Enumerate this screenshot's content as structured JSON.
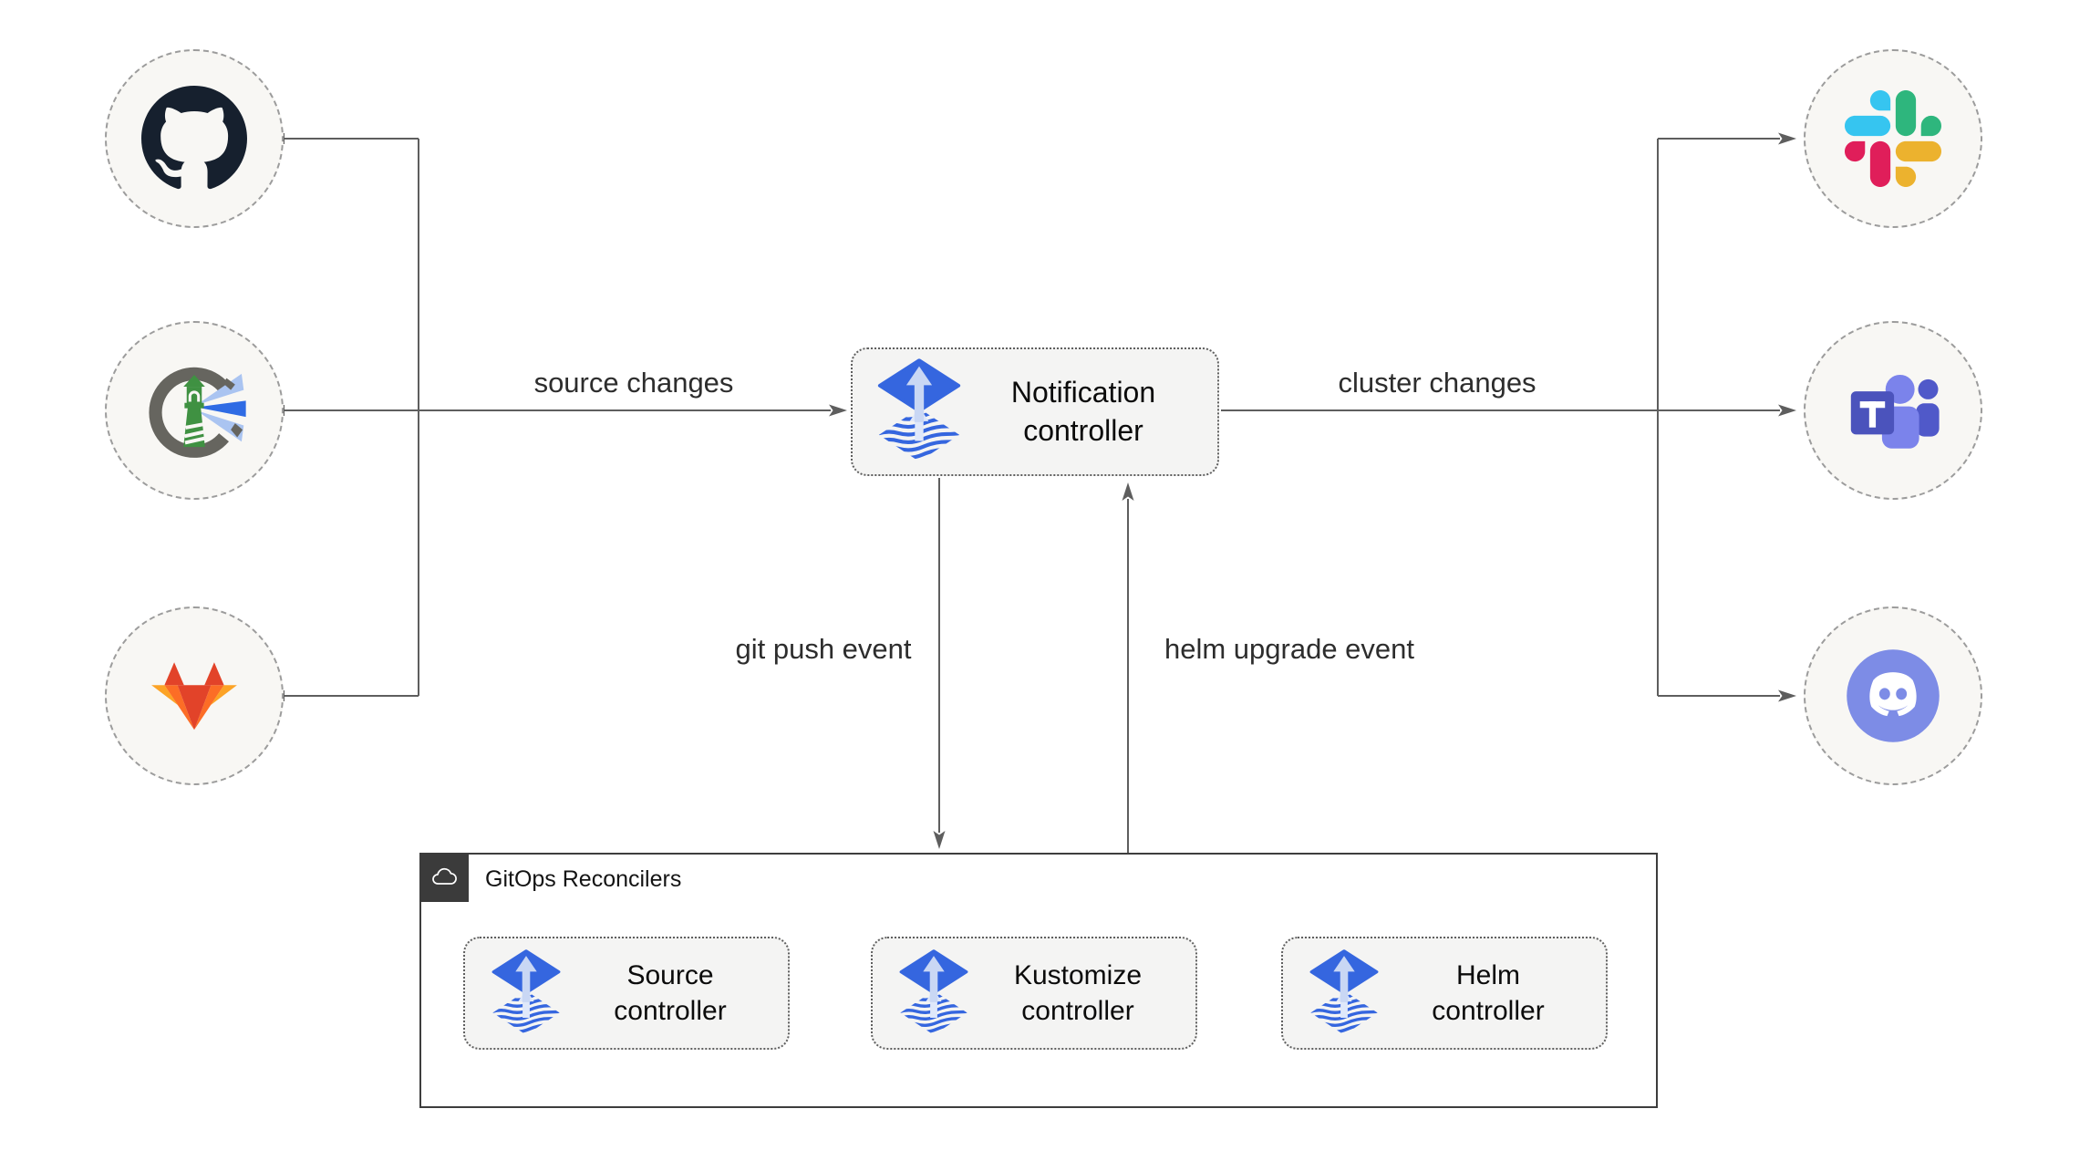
{
  "diagram": {
    "title_hint": "Flux notification controller architecture",
    "sources": [
      {
        "icon": "github-icon",
        "name": "GitHub"
      },
      {
        "icon": "harbor-icon",
        "name": "Harbor"
      },
      {
        "icon": "gitlab-icon",
        "name": "GitLab"
      }
    ],
    "targets": [
      {
        "icon": "slack-icon",
        "name": "Slack"
      },
      {
        "icon": "teams-icon",
        "name": "Microsoft Teams"
      },
      {
        "icon": "discord-icon",
        "name": "Discord"
      }
    ],
    "notification_controller": {
      "line1": "Notification",
      "line2": "controller"
    },
    "edges": {
      "source_changes": "source changes",
      "cluster_changes": "cluster changes",
      "git_push_event": "git push event",
      "helm_upgrade_event": "helm upgrade event"
    },
    "reconcilers": {
      "title": "GitOps Reconcilers",
      "icon": "cloud-icon",
      "controllers": [
        {
          "line1": "Source",
          "line2": "controller"
        },
        {
          "line1": "Kustomize",
          "line2": "controller"
        },
        {
          "line1": "Helm",
          "line2": "controller"
        }
      ]
    },
    "colors": {
      "flux_blue": "#3566df",
      "flux_arrow_light": "#c9d7f4",
      "edge_line": "#5e5e5e",
      "box_background": "#f4f4f3",
      "circle_background": "#f8f7f4",
      "github_dark": "#16202e",
      "harbor_green": "#3f9142",
      "gitlab_red": "#e24329",
      "gitlab_orange": "#fc6d26",
      "gitlab_yellow": "#fca326",
      "slack_blue": "#36c5f0",
      "slack_green": "#2eb67d",
      "slack_red": "#e01e5a",
      "slack_yellow": "#ecb22e",
      "teams_purple": "#5059c9",
      "teams_light_purple": "#7b83eb",
      "teams_square": "#4b53bc",
      "discord_blurple": "#7d8ce6",
      "header_chip": "#3b3b3b"
    }
  }
}
